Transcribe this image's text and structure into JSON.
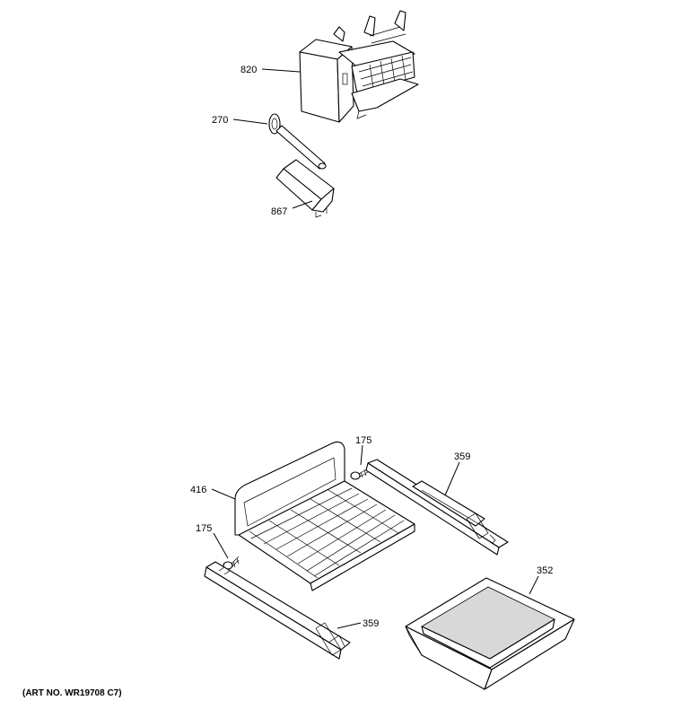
{
  "callouts": {
    "ice_maker": "820",
    "fill_tube": "270",
    "bracket": "867",
    "pan": "416",
    "screw_upper": "175",
    "screw_lower": "175",
    "slide_right": "359",
    "slide_left": "359",
    "bin": "352"
  },
  "art_number": "(ART NO. WR19708 C7)"
}
